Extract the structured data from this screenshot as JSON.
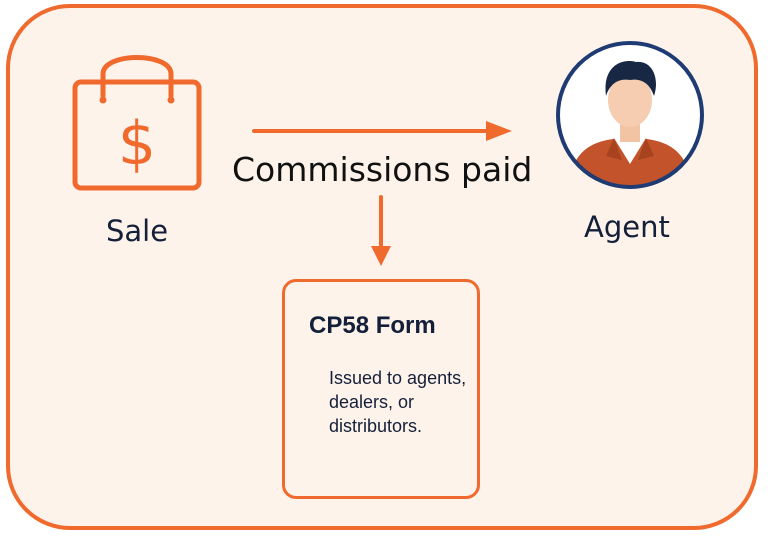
{
  "nodes": {
    "sale": {
      "label": "Sale",
      "icon": "shopping-bag-dollar-icon"
    },
    "agent": {
      "label": "Agent",
      "icon": "person-avatar-icon"
    }
  },
  "edges": {
    "commission": {
      "label": "Commissions paid"
    }
  },
  "form": {
    "title": "CP58 Form",
    "description": "Issued to agents, dealers, or distributors."
  },
  "colors": {
    "accent": "#f06a2e",
    "background": "#fdf3ea",
    "text": "#14203a",
    "avatar_ring": "#1f3b73",
    "jacket": "#c2532a",
    "hair": "#172744"
  }
}
